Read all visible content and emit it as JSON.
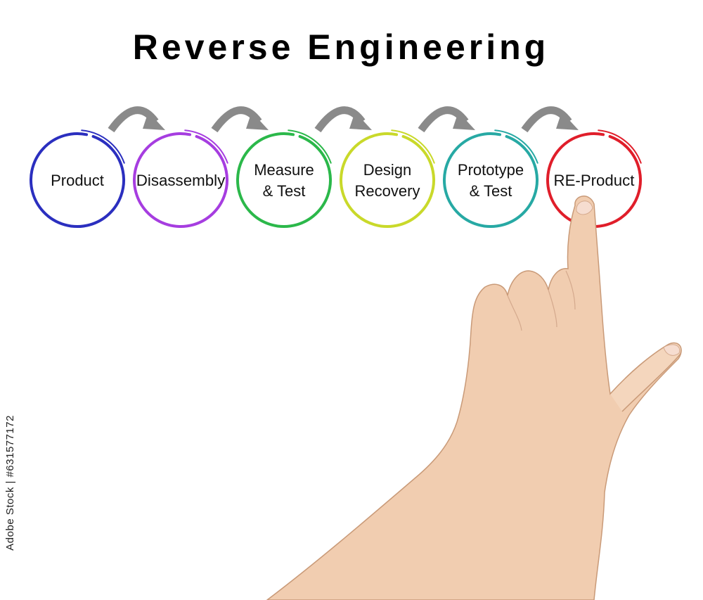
{
  "title": "Reverse Engineering",
  "steps": [
    {
      "lines": [
        "Product"
      ],
      "color": "#2b2fbf"
    },
    {
      "lines": [
        "Disassembly"
      ],
      "color": "#a63de0"
    },
    {
      "lines": [
        "Measure",
        "& Test"
      ],
      "color": "#2bb84a"
    },
    {
      "lines": [
        "Design",
        "Recovery"
      ],
      "color": "#c9d92a"
    },
    {
      "lines": [
        "Prototype",
        "& Test"
      ],
      "color": "#27a9a4"
    },
    {
      "lines": [
        "RE-Product"
      ],
      "color": "#e01e2a"
    }
  ],
  "arrow_color": "#8a8a8a",
  "watermark": "Adobe Stock | #631577172"
}
